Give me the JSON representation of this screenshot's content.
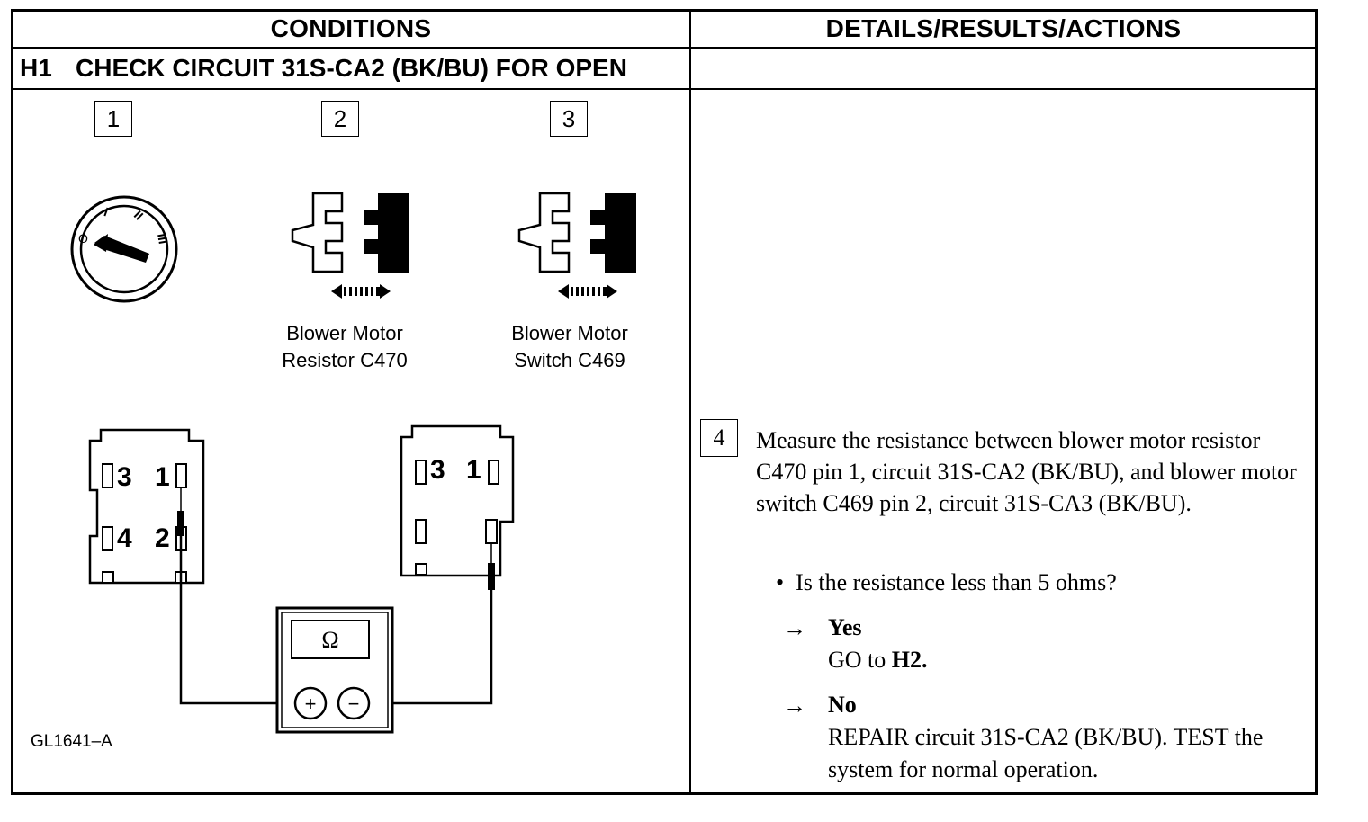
{
  "header": {
    "conditions": "CONDITIONS",
    "details": "DETAILS/RESULTS/ACTIONS"
  },
  "section": {
    "id": "H1",
    "title": "CHECK CIRCUIT 31S-CA2 (BK/BU) FOR OPEN"
  },
  "steps": {
    "s1": "1",
    "s2": "2",
    "s3": "3",
    "s4": "4"
  },
  "ignition_labels": {
    "pos0": "O",
    "pos1": "I",
    "pos2": "II",
    "pos3": "III"
  },
  "captions": {
    "c2_line1": "Blower Motor",
    "c2_line2": "Resistor C470",
    "c3_line1": "Blower Motor",
    "c3_line2": "Switch C469"
  },
  "connector_left_pins": {
    "p3": "3",
    "p1": "1",
    "p4": "4",
    "p2": "2"
  },
  "connector_right_pins": {
    "p3": "3",
    "p1": "1"
  },
  "meter": {
    "symbol": "Ω",
    "plus": "+",
    "minus": "−"
  },
  "figure_id": "GL1641–A",
  "instruction": "Measure the resistance between blower motor resistor C470 pin 1, circuit 31S-CA2 (BK/BU), and blower motor switch C469 pin 2, circuit 31S-CA3 (BK/BU).",
  "question": "Is the resistance less than 5 ohms?",
  "answers": {
    "arrow": "→",
    "yes_label": "Yes",
    "yes_action_prefix": "GO to ",
    "yes_action_target": "H2.",
    "no_label": "No",
    "no_action": "REPAIR circuit 31S-CA2 (BK/BU). TEST the system for normal operation."
  }
}
